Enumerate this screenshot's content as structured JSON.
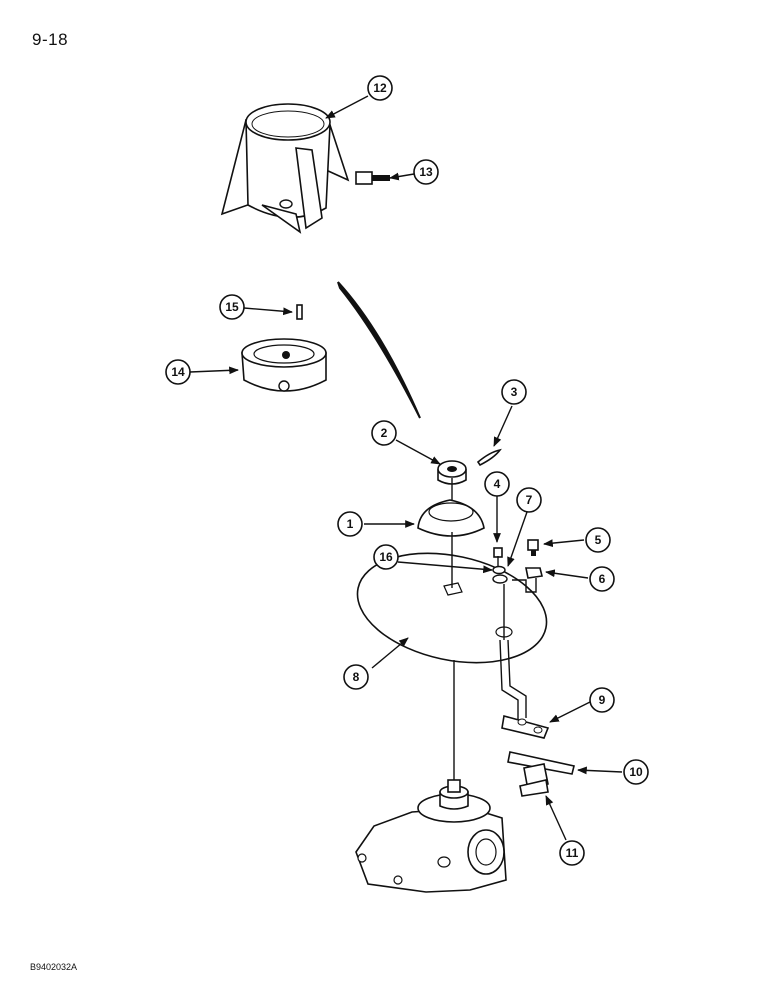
{
  "page_number": "9-18",
  "figure_code": "B9402032A",
  "callouts": [
    {
      "id": "1",
      "label": "1"
    },
    {
      "id": "2",
      "label": "2"
    },
    {
      "id": "3",
      "label": "3"
    },
    {
      "id": "4",
      "label": "4"
    },
    {
      "id": "5",
      "label": "5"
    },
    {
      "id": "6",
      "label": "6"
    },
    {
      "id": "7",
      "label": "7"
    },
    {
      "id": "8",
      "label": "8"
    },
    {
      "id": "9",
      "label": "9"
    },
    {
      "id": "10",
      "label": "10"
    },
    {
      "id": "11",
      "label": "11"
    },
    {
      "id": "12",
      "label": "12"
    },
    {
      "id": "13",
      "label": "13"
    },
    {
      "id": "14",
      "label": "14"
    },
    {
      "id": "15",
      "label": "15"
    },
    {
      "id": "16",
      "label": "16"
    }
  ]
}
